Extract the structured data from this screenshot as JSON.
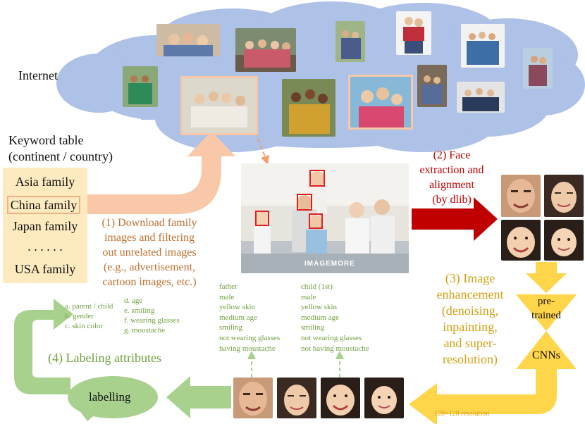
{
  "labels": {
    "internet": "Internet",
    "keyword_title_1": "Keyword table",
    "keyword_title_2": "(continent / country)",
    "step1": [
      "(1) Download family",
      "images and filtering",
      "out unrelated images",
      "(e.g., advertisement,",
      "cartoon images, etc.)"
    ],
    "step2": [
      "(2) Face",
      "extraction and",
      "alignment",
      "(by dlib)"
    ],
    "step3": [
      "(3) Image",
      "enhancement",
      "(denoising,",
      "inpainting,",
      "and super-",
      "resolution)"
    ],
    "step4": "(4) Labeling attributes",
    "cnn": [
      "pre-",
      "trained",
      "CNNs"
    ],
    "labelling": "labelling",
    "resolution": "128×128 resolution",
    "watermark": "IMAGEMORE"
  },
  "keywords": [
    "Asia family",
    "China family",
    "Japan family",
    ". . . . . .",
    "USA family"
  ],
  "attributes_col1": [
    "a. parent / child",
    "b. gender",
    "c. skin color"
  ],
  "attributes_col2": [
    "d. age",
    "e. smiling",
    "f. wearing glasses",
    "g. moustache"
  ],
  "father_labels": [
    "father",
    "male",
    "yellow skin",
    "medium age",
    "smiling",
    "not wearing glasses",
    "having moustache"
  ],
  "child_labels": [
    "child (1st)",
    "male",
    "yellow skin",
    "medium age",
    "smiling",
    "not wearing glasses",
    "not having moustache"
  ],
  "colors": {
    "cloud": "#aec1e6",
    "orange_arrow": "#f8c8a8",
    "red_arrow": "#c00000",
    "yellow_arrow": "#ffd54a",
    "green_arrow": "#a9d18e",
    "green_text": "#70a040",
    "orange_text": "#c07030",
    "yellow_text": "#d4a017",
    "red_text": "#c00000"
  }
}
